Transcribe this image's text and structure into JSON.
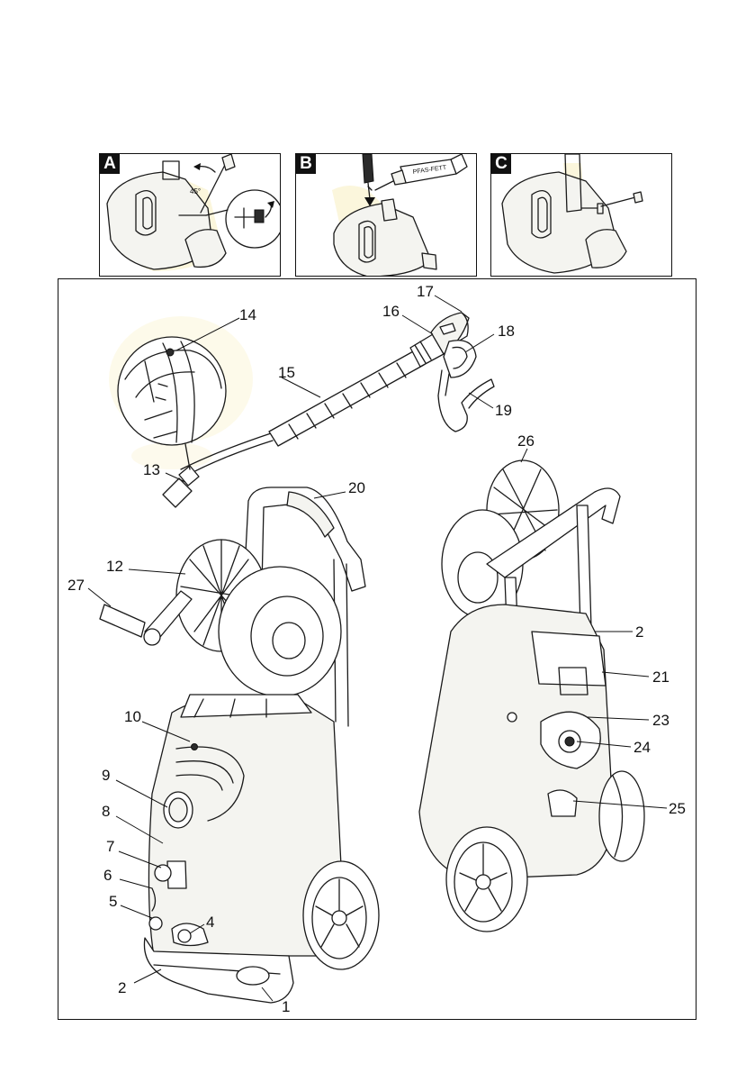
{
  "panels": [
    {
      "letter": "A",
      "angle_label": "45°"
    },
    {
      "letter": "B",
      "tube_label": "PFAS-FETT"
    },
    {
      "letter": "C"
    }
  ],
  "callouts": [
    "1",
    "2",
    "4",
    "5",
    "6",
    "7",
    "8",
    "9",
    "10",
    "12",
    "13",
    "14",
    "15",
    "16",
    "17",
    "18",
    "19",
    "20",
    "26",
    "2",
    "21",
    "23",
    "24",
    "25",
    "27"
  ],
  "colors": {
    "line": "#1a1a1a",
    "tint": "#fbf6dc",
    "frame": "#111111"
  }
}
